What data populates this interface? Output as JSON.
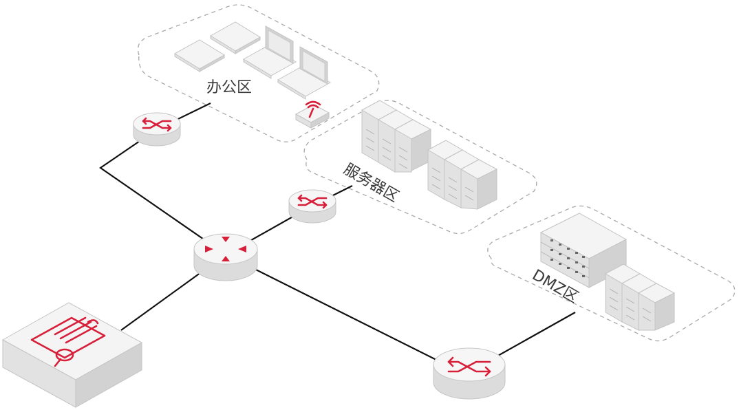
{
  "zones": {
    "office": {
      "label": "办公区"
    },
    "server": {
      "label": "服务器区"
    },
    "dmz": {
      "label": "DMZ区"
    }
  },
  "colors": {
    "accent": "#d71f3a",
    "zone_border": "#a8a8a8",
    "link": "#111111"
  },
  "icons": {
    "switch": "switch-icon",
    "core_router": "router-icon",
    "audit_appliance": "audit-search-icon",
    "wireless_ap": "wifi-ap-icon"
  }
}
